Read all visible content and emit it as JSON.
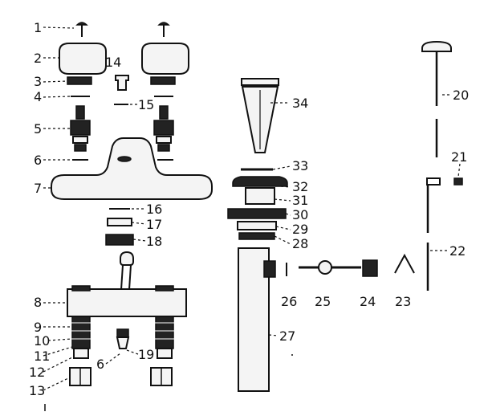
{
  "diagram": {
    "callouts": [
      {
        "id": "1",
        "text": "1"
      },
      {
        "id": "2",
        "text": "2"
      },
      {
        "id": "3",
        "text": "3"
      },
      {
        "id": "4",
        "text": "4"
      },
      {
        "id": "5",
        "text": "5"
      },
      {
        "id": "6a",
        "text": "6"
      },
      {
        "id": "7",
        "text": "7"
      },
      {
        "id": "8",
        "text": "8"
      },
      {
        "id": "9",
        "text": "9"
      },
      {
        "id": "10",
        "text": "10"
      },
      {
        "id": "11",
        "text": "11"
      },
      {
        "id": "12",
        "text": "12"
      },
      {
        "id": "13",
        "text": "13"
      },
      {
        "id": "14",
        "text": "14"
      },
      {
        "id": "15",
        "text": "15"
      },
      {
        "id": "16",
        "text": "16"
      },
      {
        "id": "17",
        "text": "17"
      },
      {
        "id": "18",
        "text": "18"
      },
      {
        "id": "6b",
        "text": "6"
      },
      {
        "id": "19",
        "text": "19"
      },
      {
        "id": "34",
        "text": "34"
      },
      {
        "id": "33",
        "text": "33"
      },
      {
        "id": "32",
        "text": "32"
      },
      {
        "id": "31",
        "text": "31"
      },
      {
        "id": "30",
        "text": "30"
      },
      {
        "id": "29",
        "text": "29"
      },
      {
        "id": "28",
        "text": "28"
      },
      {
        "id": "26",
        "text": "26"
      },
      {
        "id": "25",
        "text": "25"
      },
      {
        "id": "24",
        "text": "24"
      },
      {
        "id": "23",
        "text": "23"
      },
      {
        "id": "27",
        "text": "27"
      },
      {
        "id": "20",
        "text": "20"
      },
      {
        "id": "21",
        "text": "21"
      },
      {
        "id": "22",
        "text": "22"
      }
    ]
  }
}
